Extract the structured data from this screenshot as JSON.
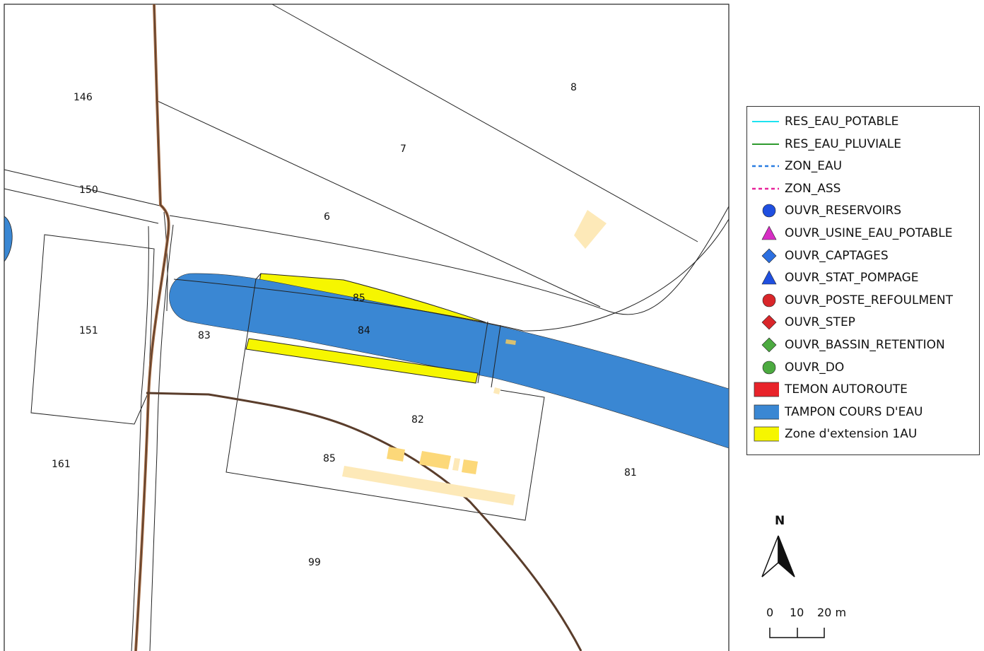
{
  "parcels": [
    {
      "id": "p146",
      "label": "146"
    },
    {
      "id": "p8",
      "label": "8"
    },
    {
      "id": "p7",
      "label": "7"
    },
    {
      "id": "p150",
      "label": "150"
    },
    {
      "id": "p6",
      "label": "6"
    },
    {
      "id": "p85a",
      "label": "85"
    },
    {
      "id": "p84",
      "label": "84"
    },
    {
      "id": "p151",
      "label": "151"
    },
    {
      "id": "p83",
      "label": "83"
    },
    {
      "id": "p82",
      "label": "82"
    },
    {
      "id": "p161",
      "label": "161"
    },
    {
      "id": "p85b",
      "label": "85"
    },
    {
      "id": "p81",
      "label": "81"
    },
    {
      "id": "p99",
      "label": "99"
    }
  ],
  "legend": {
    "items": [
      {
        "label": "RES_EAU_POTABLE",
        "symbol": "line",
        "color": "#1ee3f0"
      },
      {
        "label": "RES_EAU_PLUVIALE",
        "symbol": "line",
        "color": "#2e9a2e"
      },
      {
        "label": "ZON_EAU",
        "symbol": "dashed-line",
        "color": "#2a7de1"
      },
      {
        "label": "ZON_ASS",
        "symbol": "dashed-line",
        "color": "#e8239a"
      },
      {
        "label": "OUVR_RESERVOIRS",
        "symbol": "circle",
        "color": "#1f4fe0"
      },
      {
        "label": "OUVR_USINE_EAU_POTABLE",
        "symbol": "triangle",
        "color": "#d72ec4"
      },
      {
        "label": "OUVR_CAPTAGES",
        "symbol": "diamond",
        "color": "#2c6fe0"
      },
      {
        "label": "OUVR_STAT_POMPAGE",
        "symbol": "triangle",
        "color": "#1f4fe0"
      },
      {
        "label": "OUVR_POSTE_REFOULMENT",
        "symbol": "circle",
        "color": "#d9262a"
      },
      {
        "label": "OUVR_STEP",
        "symbol": "diamond",
        "color": "#d9262a"
      },
      {
        "label": "OUVR_BASSIN_RETENTION",
        "symbol": "diamond",
        "color": "#4caa40"
      },
      {
        "label": "OUVR_DO",
        "symbol": "circle",
        "color": "#4caa40"
      },
      {
        "label": "TEMON AUTOROUTE",
        "symbol": "rect",
        "color": "#e8232a"
      },
      {
        "label": "TAMPON COURS D'EAU",
        "symbol": "rect",
        "color": "#3a87d3"
      },
      {
        "label": "Zone d'extension 1AU",
        "symbol": "rect",
        "color": "#f6f600"
      }
    ]
  },
  "north_arrow": {
    "label": "N"
  },
  "scale_bar": {
    "ticks": [
      "0",
      "10",
      "20 m"
    ]
  },
  "colors": {
    "buffer": "#3a87d3",
    "zone_1au": "#f6f600",
    "buildings": "#fcd879",
    "buildings_light": "#fde9b8",
    "path": "#5a3d2b",
    "path_outline": "#a56c45"
  }
}
